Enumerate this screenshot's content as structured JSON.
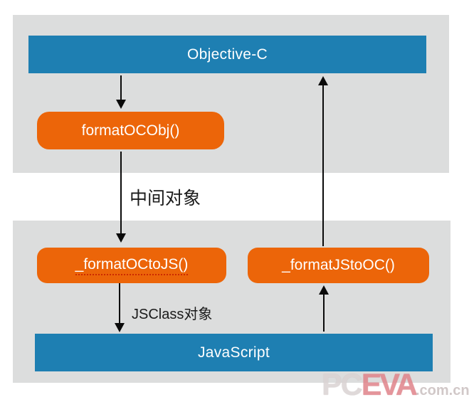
{
  "diagram": {
    "objc_bar": "Objective-C",
    "format_oc_obj": "formatOCObj()",
    "middle_label": "中间对象",
    "format_oc_to_js": "_formatOCtoJS()",
    "format_js_to_oc": "_formatJStoOC()",
    "jsclass_label": "JSClass对象",
    "js_bar": "JavaScript"
  },
  "watermark": {
    "brand_pc": "PC",
    "brand_eva": "EVA",
    "suffix": ".com.cn"
  },
  "colors": {
    "panel_gray": "#dcdddd",
    "bar_blue": "#1e7fb2",
    "button_orange": "#ec6509",
    "arrow_black": "#0a0a0a",
    "underline_red": "#cc2a00"
  }
}
